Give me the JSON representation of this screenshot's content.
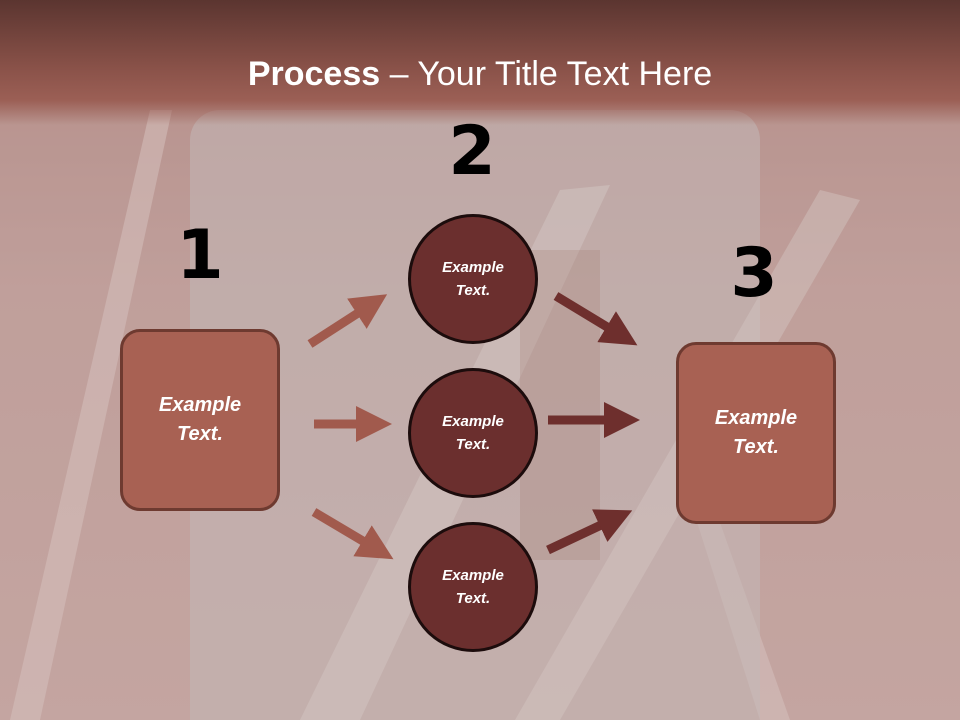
{
  "title": {
    "bold": "Process",
    "rest": " – Your Title Text Here"
  },
  "steps": {
    "one": "1",
    "two": "2",
    "three": "3"
  },
  "left_box": {
    "text": "Example Text."
  },
  "right_box": {
    "text": "Example Text."
  },
  "circles": [
    {
      "text": "Example Text."
    },
    {
      "text": "Example Text."
    },
    {
      "text": "Example Text."
    }
  ],
  "colors": {
    "box_fill": "#a86153",
    "circle_fill": "#6b2f2e",
    "arrow_left": "#a15a4d",
    "arrow_right": "#6e2f2d"
  }
}
